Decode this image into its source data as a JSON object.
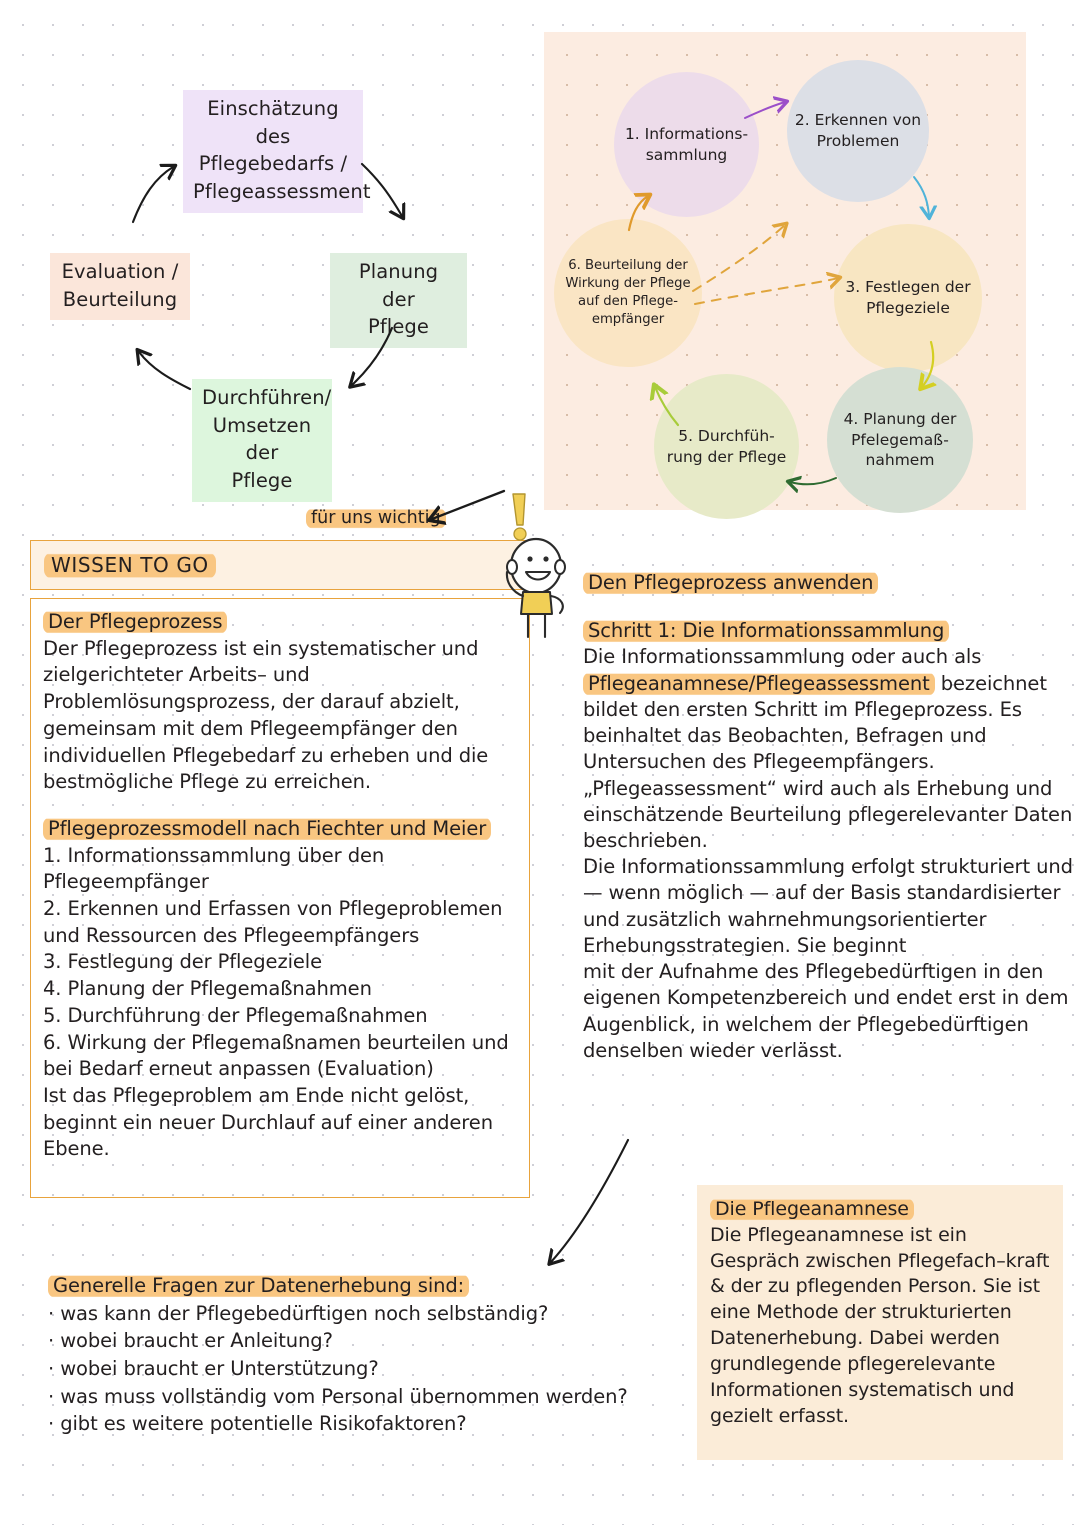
{
  "cycle_diagram": {
    "name": "Pflegeprozess-Kreislauf",
    "boxes": [
      {
        "id": "assessment",
        "label": "Einschätzung des\nPflegebedarfs /\nPflegeassessment",
        "color": "#efe3f8"
      },
      {
        "id": "planung",
        "label": "Planung der\nPflege",
        "color": "#dfeedf"
      },
      {
        "id": "durchfuehren",
        "label": "Durchführen/\nUmsetzen der\nPflege",
        "color": "#ddf6dd"
      },
      {
        "id": "evaluation",
        "label": "Evaluation /\nBeurteilung",
        "color": "#fbe6da"
      }
    ]
  },
  "circle_diagram": {
    "panel_color": "#fcece1",
    "steps": [
      {
        "n": 1,
        "label": "1. Informations-\nsammlung",
        "color": "#eddcea"
      },
      {
        "n": 2,
        "label": "2. Erkennen von\nProblemen",
        "color": "#dcdfe6"
      },
      {
        "n": 3,
        "label": "3. Festlegen der\nPflegeziele",
        "color": "#f8e6c2"
      },
      {
        "n": 4,
        "label": "4. Planung der\nPfelegemaß-\nnahmem",
        "color": "#d5dfd3"
      },
      {
        "n": 5,
        "label": "5. Durchfüh-\nrung der Pflege",
        "color": "#e7eac8"
      },
      {
        "n": 6,
        "label": "6. Beurteilung der\nWirkung der Pflege\nauf den Pflege-\nempfänger",
        "color": "#fae5c4"
      }
    ],
    "arrow_colors": [
      "#9b4fc9",
      "#4fb3d9",
      "#d4cf22",
      "#2e6b31",
      "#a8cc3a",
      "#e09a2c",
      "#e0a53c"
    ]
  },
  "callout": {
    "label": "für uns wichtig",
    "highlight_color": "#f9c681"
  },
  "wissen_box": {
    "header": "WISSEN TO GO",
    "border_color": "#e8a33d",
    "header_bg": "#fdf1e2",
    "section1_title": "Der Pflegeprozess",
    "section1_text": "Der Pflegeprozess ist ein systematischer und zielgerichteter Arbeits– und Problemlösungsprozess, der darauf abzielt, gemeinsam mit dem Pflegeempfänger den individuellen Pflegebedarf zu erheben und die bestmögliche Pflege zu erreichen.",
    "section2_title": "Pflegeprozessmodell nach Fiechter und Meier",
    "section2_lines": [
      "1. Informationssammlung über den Pflegeempfänger",
      "2. Erkennen und Erfassen von Pflegeproblemen und Ressourcen des Pflegeempfängers",
      "3. Festlegung der Pflegeziele",
      "4. Planung der Pflegemaßnahmen",
      "5. Durchführung der Pflegemaßnahmen",
      "6. Wirkung der Pflegemaßnamen beurteilen und bei Bedarf erneut anpassen (Evaluation)",
      "Ist das Pflegeproblem am Ende nicht gelöst, beginnt ein neuer Durchlauf auf einer anderen Ebene."
    ]
  },
  "right_column": {
    "heading": "Den Pflegeprozess anwenden",
    "step_title": "Schritt 1: Die Informationssammlung",
    "para1_a": "Die Informationssammlung oder auch als ",
    "para1_hl": "Pflegeanamnese/Pflegeassessment",
    "para1_b": " bezeichnet bildet den ersten Schritt im Pflegeprozess. Es beinhaltet das Beobachten, Befragen und Untersuchen des Pflegeempfängers. „Pflegeassessment“ wird auch als Erhebung und einschätzende Beurteilung pflegerelevanter Daten beschrieben.",
    "para2": "Die Informationssammlung erfolgt strukturiert und — wenn möglich — auf der Basis standardisierter und zusätzlich wahrnehmungsorientierter Erhebungsstrategien. Sie beginnt",
    "para3": "mit der Aufnahme des Pflegebedürftigen in den eigenen Kompetenzbereich und endet erst in dem Augenblick, in welchem der Pflegebedürftigen denselben wieder verlässt."
  },
  "anamnese_box": {
    "bg": "#fbecd8",
    "title": "Die Pflegeanamnese",
    "text": "Die Pflegeanamnese ist ein Gespräch zwischen Pflegefach–kraft & der zu pflegenden Person. Sie ist eine Methode der strukturierten Datenerhebung. Dabei werden grundlegende pflegerelevante Informationen systematisch und gezielt erfasst."
  },
  "fragen": {
    "title": "Generelle Fragen zur Datenerhebung sind:",
    "items": [
      "· was kann der Pflegebedürftigen noch selbständig?",
      "· wobei braucht er Anleitung?",
      "· wobei braucht er Unterstützung?",
      "· was muss vollständig vom Personal übernommen werden?",
      "· gibt es weitere potentielle Risikofaktoren?"
    ]
  }
}
